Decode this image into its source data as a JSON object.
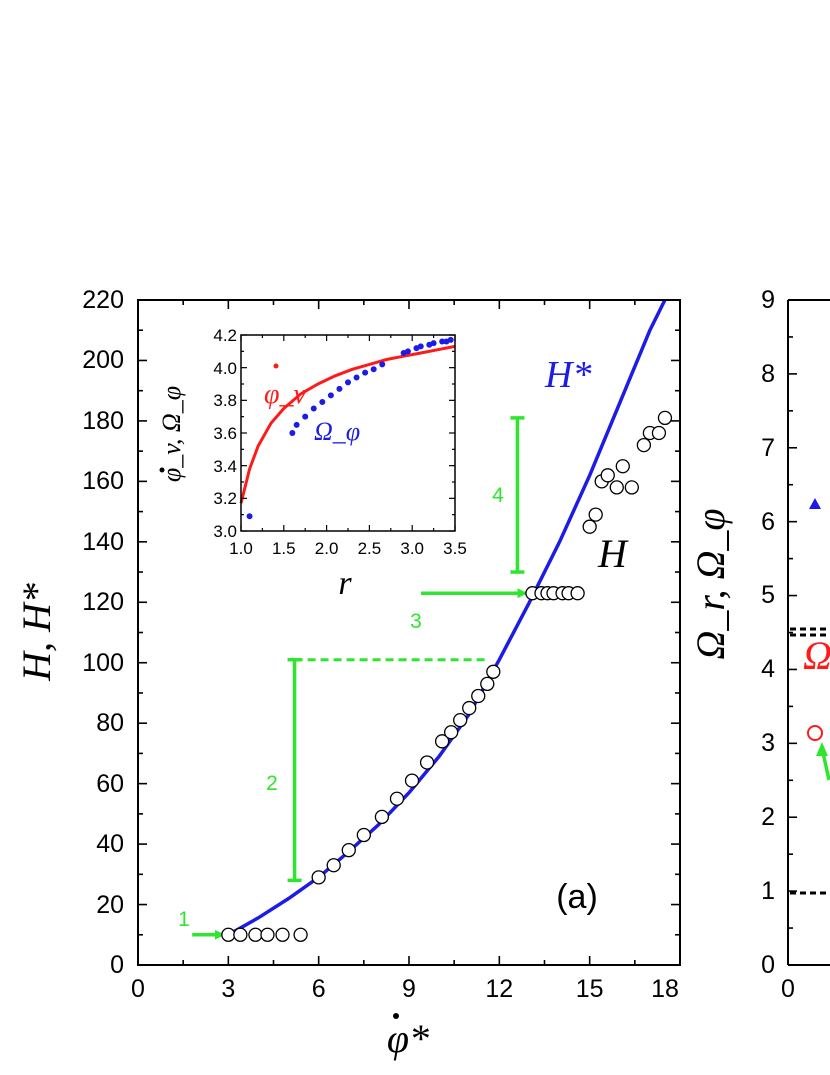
{
  "chart_data": [
    {
      "type": "scatter",
      "panel_label": "(a)",
      "xlabel": "φ*",
      "ylabel": "H,  H*",
      "xlim": [
        0,
        18
      ],
      "ylim": [
        0,
        220
      ],
      "xticks": [
        "0",
        "3",
        "6",
        "9",
        "12",
        "15",
        "18"
      ],
      "yticks": [
        "0",
        "20",
        "40",
        "60",
        "80",
        "100",
        "120",
        "140",
        "160",
        "180",
        "200",
        "220"
      ],
      "series": [
        {
          "name": "H",
          "marker": "open-circle",
          "color": "#000000",
          "x": [
            3.0,
            3.4,
            3.9,
            4.3,
            4.8,
            5.4,
            6.0,
            6.5,
            7.0,
            7.5,
            8.1,
            8.6,
            9.1,
            9.6,
            10.1,
            10.4,
            10.7,
            11.0,
            11.3,
            11.6,
            11.8,
            13.1,
            13.4,
            13.6,
            13.8,
            14.1,
            14.3,
            14.6,
            15.0,
            15.2,
            15.4,
            15.6,
            15.9,
            16.1,
            16.4,
            16.8,
            17.0,
            17.3,
            17.5
          ],
          "y": [
            10,
            10,
            10,
            10,
            10,
            10,
            29,
            33,
            38,
            43,
            49,
            55,
            61,
            67,
            74,
            77,
            81,
            85,
            89,
            93,
            97,
            123,
            123,
            123,
            123,
            123,
            123,
            123,
            145,
            149,
            160,
            162,
            158,
            165,
            158,
            172,
            176,
            176,
            181
          ]
        },
        {
          "name": "H*",
          "line": true,
          "color": "#1c1ce6",
          "x": [
            3,
            4,
            5,
            6,
            7,
            8,
            9,
            10,
            11,
            12,
            13,
            14,
            15,
            16,
            17,
            17.5
          ],
          "y": [
            10,
            15.6,
            22,
            29,
            37.5,
            46.5,
            57,
            69,
            83,
            101,
            120,
            140,
            162,
            186,
            210,
            222
          ]
        }
      ],
      "annotations": {
        "curve_label": "H*",
        "points_label": "H",
        "arrow_1": "1",
        "bar_2": "2",
        "arrow_3": "3",
        "bar_4": "4",
        "bar_2_x": 5.2,
        "bar_2_range": [
          28,
          101
        ],
        "bar_4_x": 12.6,
        "bar_4_range": [
          130,
          181
        ]
      },
      "inset": {
        "type": "line+scatter",
        "xlabel": "r",
        "ylabel": "φ_v,  Ω_φ",
        "xlim": [
          1.0,
          3.5
        ],
        "ylim": [
          3.0,
          4.2
        ],
        "xticks": [
          "1.0",
          "1.5",
          "2.0",
          "2.5",
          "3.0",
          "3.5"
        ],
        "yticks": [
          "3.0",
          "3.2",
          "3.4",
          "3.6",
          "3.8",
          "4.0",
          "4.2"
        ],
        "series": [
          {
            "name": "φ_v",
            "line": true,
            "color": "#ff1a1a",
            "x": [
              1.0,
              1.1,
              1.2,
              1.35,
              1.5,
              1.7,
              1.9,
              2.1,
              2.3,
              2.5,
              2.7,
              2.9,
              3.1,
              3.3,
              3.5
            ],
            "y": [
              3.17,
              3.38,
              3.52,
              3.66,
              3.75,
              3.84,
              3.9,
              3.95,
              3.99,
              4.02,
              4.05,
              4.07,
              4.09,
              4.11,
              4.13
            ]
          },
          {
            "name": "Ω_φ",
            "marker": "dot",
            "color": "#1c1ce6",
            "x": [
              1.1,
              1.6,
              1.65,
              1.75,
              1.85,
              1.95,
              2.05,
              2.15,
              2.25,
              2.35,
              2.45,
              2.55,
              2.65,
              2.9,
              2.95,
              3.05,
              3.1,
              3.2,
              3.25,
              3.35,
              3.4,
              3.45
            ],
            "y": [
              3.09,
              3.6,
              3.65,
              3.7,
              3.75,
              3.79,
              3.83,
              3.87,
              3.91,
              3.94,
              3.97,
              3.99,
              4.02,
              4.09,
              4.1,
              4.12,
              4.13,
              4.14,
              4.15,
              4.16,
              4.16,
              4.17
            ]
          }
        ]
      }
    },
    {
      "type": "scatter",
      "panel_label": "",
      "ylabel": "Ω_r,  Ω_φ",
      "ylim": [
        0,
        9
      ],
      "yticks": [
        "0",
        "1",
        "2",
        "3",
        "4",
        "5",
        "6",
        "7",
        "8",
        "9"
      ],
      "xticks": [
        "0"
      ],
      "series": [
        {
          "name": "Ω_φ",
          "marker": "filled-triangle",
          "color": "#1c1ce6",
          "x": [
            0.6
          ],
          "y": [
            6.2
          ]
        },
        {
          "name": "Ω_r",
          "marker": "open-circle",
          "color": "#ff1a1a",
          "x": [
            0.6
          ],
          "y": [
            3.1
          ]
        }
      ],
      "dashed_levels": [
        4.55,
        4.5,
        0.92
      ],
      "partial_label": "Ω"
    }
  ]
}
